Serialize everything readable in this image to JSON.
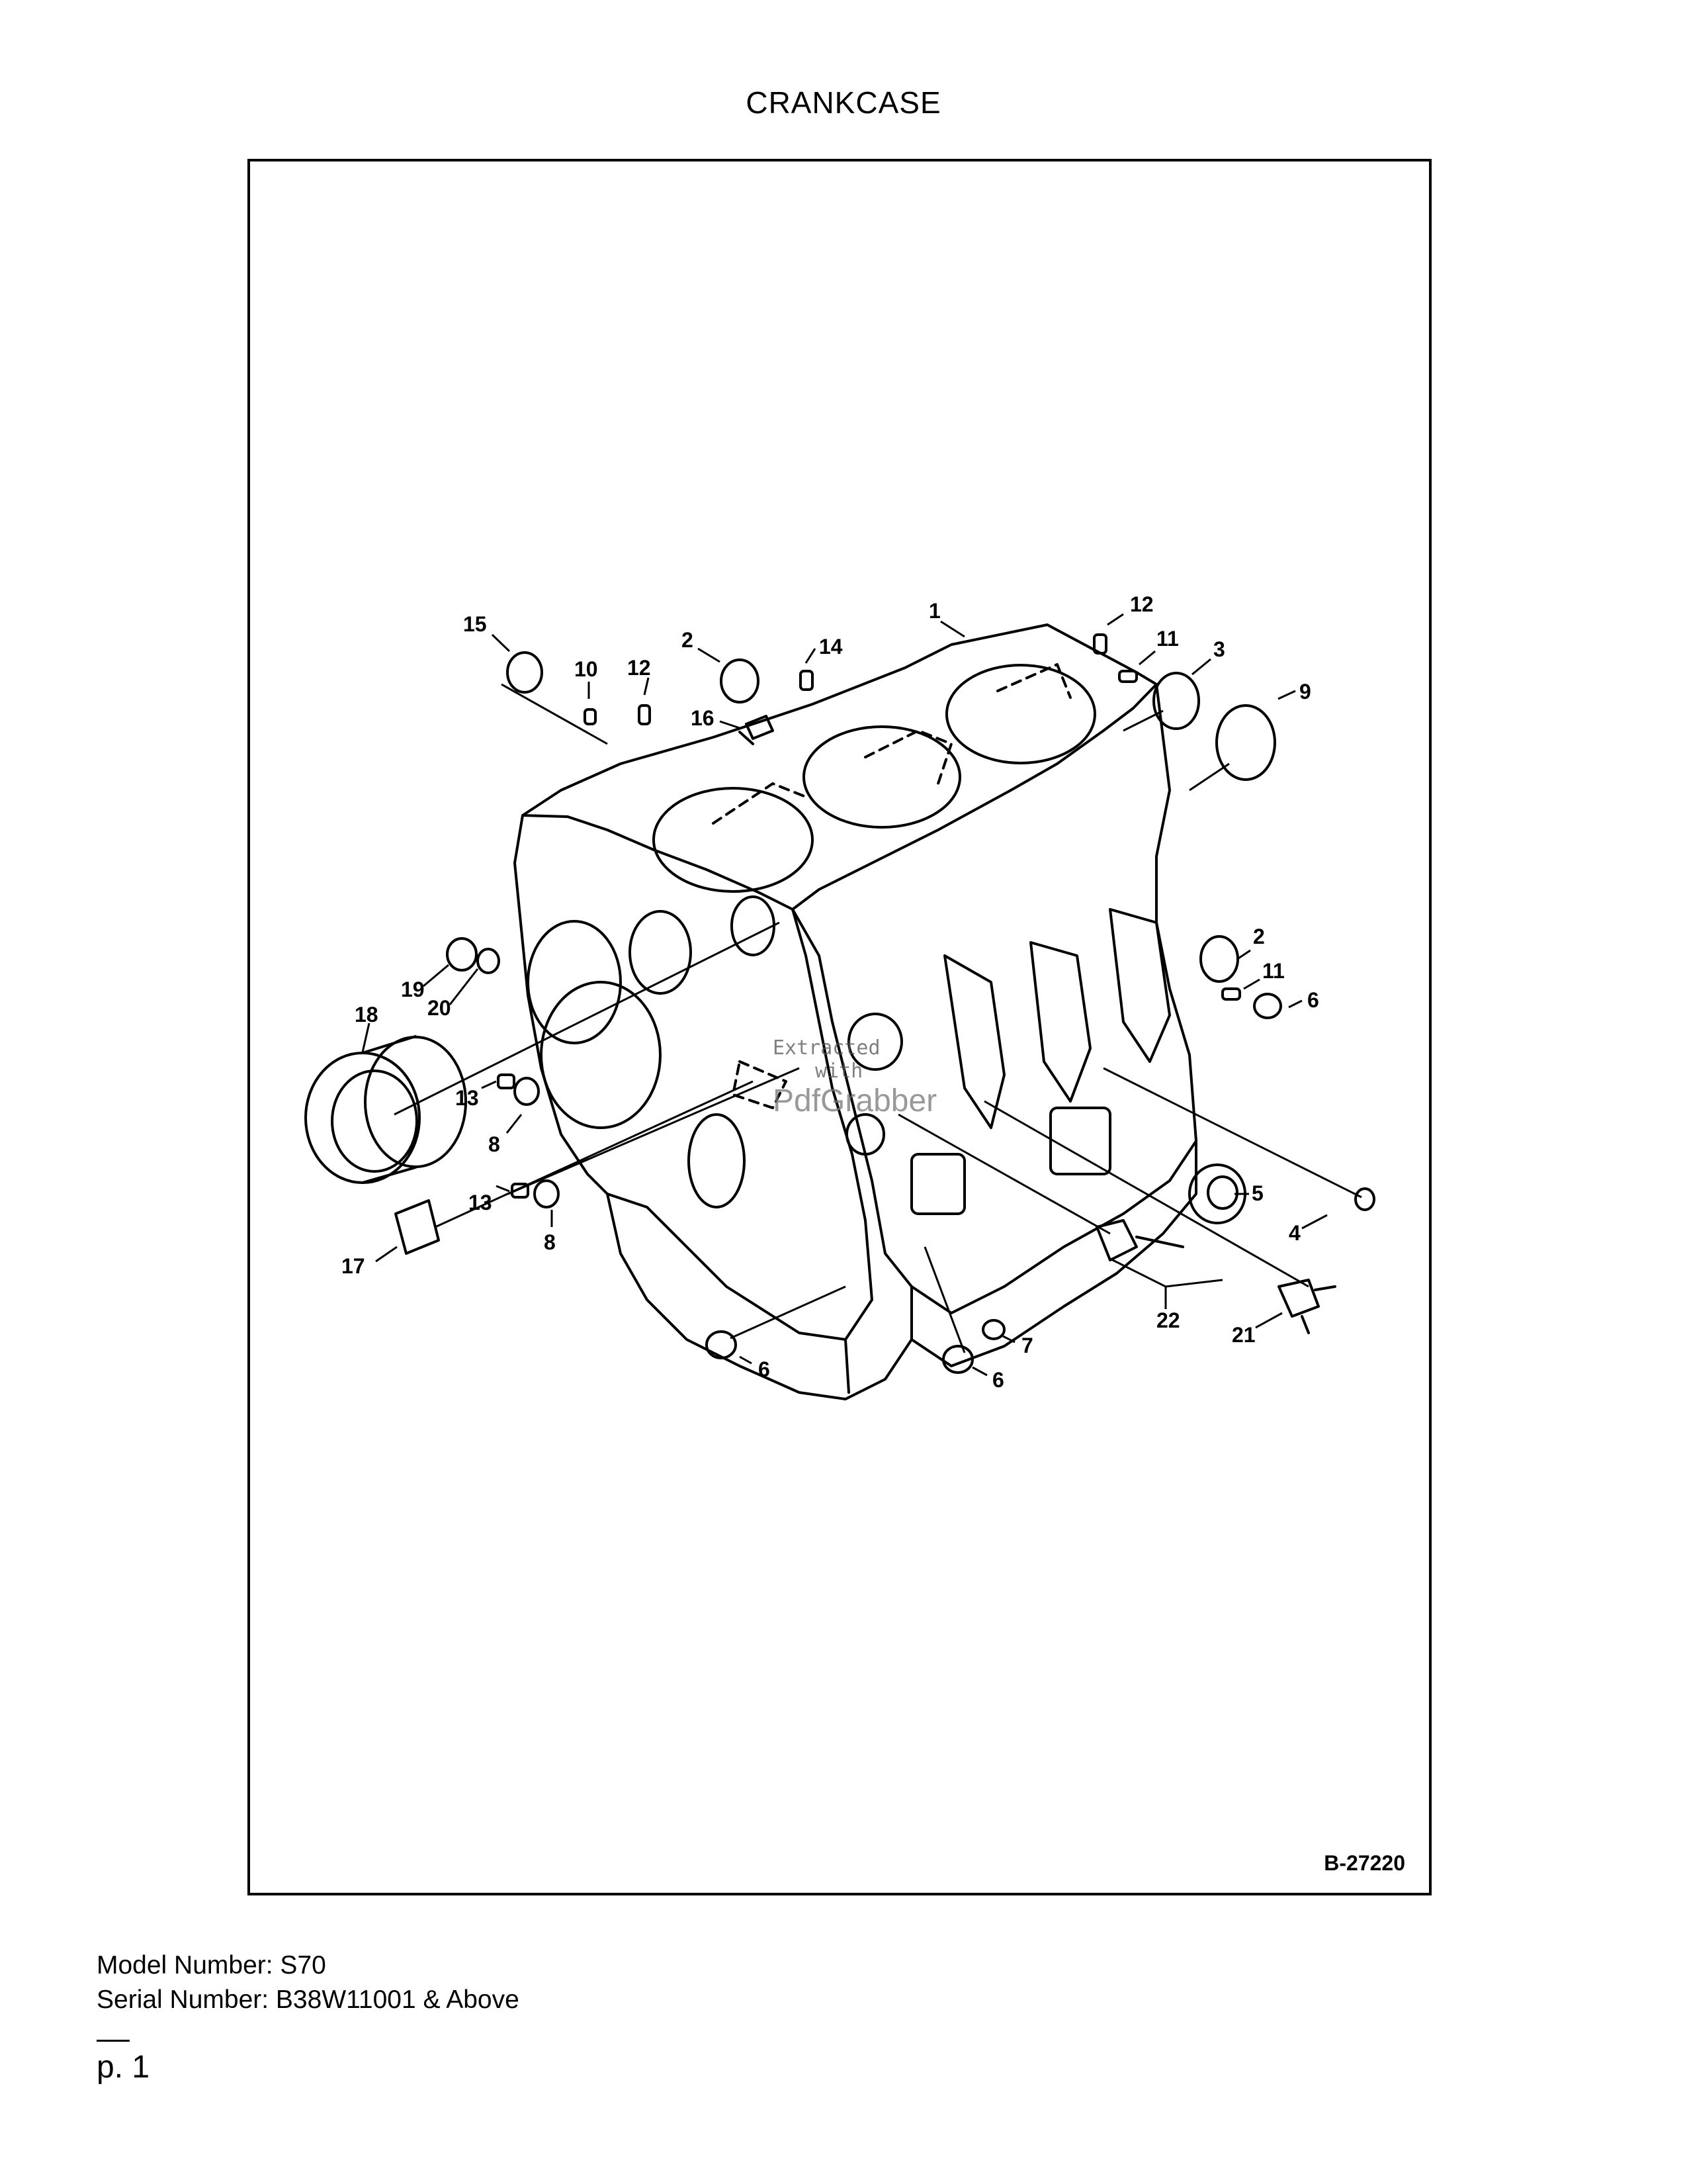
{
  "page": {
    "title": "CRANKCASE"
  },
  "diagram": {
    "figure_id": "B-27220",
    "callouts": [
      "1",
      "2",
      "2",
      "3",
      "4",
      "5",
      "6",
      "6",
      "6",
      "7",
      "8",
      "8",
      "9",
      "10",
      "11",
      "11",
      "12",
      "12",
      "13",
      "13",
      "14",
      "15",
      "16",
      "17",
      "18",
      "19",
      "20",
      "21",
      "22"
    ],
    "watermark": {
      "line1": "Extracted",
      "line2": "with",
      "line3": "PdfGrabber"
    }
  },
  "footer": {
    "model_number": "Model Number: S70",
    "serial_number": "Serial Number: B38W11001 & Above",
    "page_number": "p. 1"
  }
}
